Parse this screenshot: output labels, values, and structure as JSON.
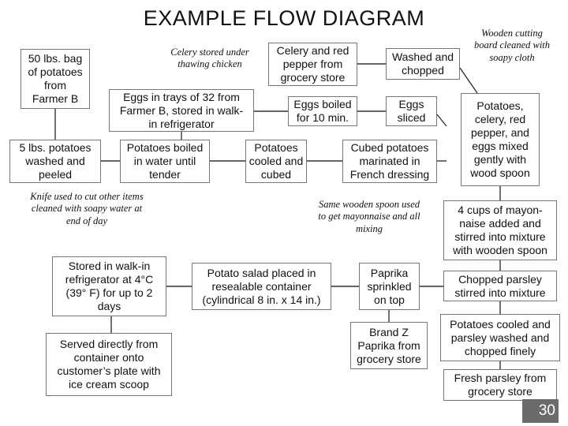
{
  "title": "EXAMPLE FLOW DIAGRAM",
  "page_number": "30",
  "nodes": {
    "potatoes_bag": "50 lbs. bag\nof potatoes\nfrom\nFarmer B",
    "potatoes_washed": "5 lbs. potatoes\nwashed and\npeeled",
    "eggs_trays": "Eggs in trays of 32 from\nFarmer B, stored in walk-\nin refrigerator",
    "potatoes_boiled": "Potatoes boiled\nin water until\ntender",
    "celery_pepper": "Celery and red\npepper from\ngrocery store",
    "eggs_boiled": "Eggs boiled\nfor 10 min.",
    "potatoes_cooled": "Potatoes\ncooled and\ncubed",
    "washed_chopped": "Washed and\nchopped",
    "eggs_sliced": "Eggs\nsliced",
    "cubed_marinated": "Cubed potatoes\nmarinated in\nFrench dressing",
    "mixed_gently": "Potatoes,\ncelery, red\npepper, and\neggs mixed\ngently with\nwood spoon",
    "mayonnaise": "4 cups of mayon-\nnaise added and\nstirred into mixture\nwith wooden spoon",
    "chopped_parsley": "Chopped parsley\nstirred into mixture",
    "parsley_cooled": "Potatoes cooled and\nparsley washed and\nchopped finely",
    "fresh_parsley": "Fresh parsley from\ngrocery store",
    "paprika_sprinkled": "Paprika\nsprinkled\non top",
    "brand_paprika": "Brand Z\nPaprika from\ngrocery store",
    "salad_container": "Potato salad placed in\nresealable container\n(cylindrical 8 in. x 14 in.)",
    "stored_walkin": "Stored in walk-in\nrefrigerator at 4°C\n(39° F) for up to 2\ndays",
    "served": "Served directly from\ncontainer onto\ncustomer’s plate with\nice cream scoop"
  },
  "notes": {
    "celery_stored": "Celery stored under\nthawing chicken",
    "knife_used": "Knife used to cut other items\ncleaned with soapy water at\nend of day",
    "same_spoon": "Same wooden spoon used\nto get mayonnaise and all\nmixing",
    "cutting_board": "Wooden cutting\nboard cleaned with\nsoapy cloth"
  }
}
